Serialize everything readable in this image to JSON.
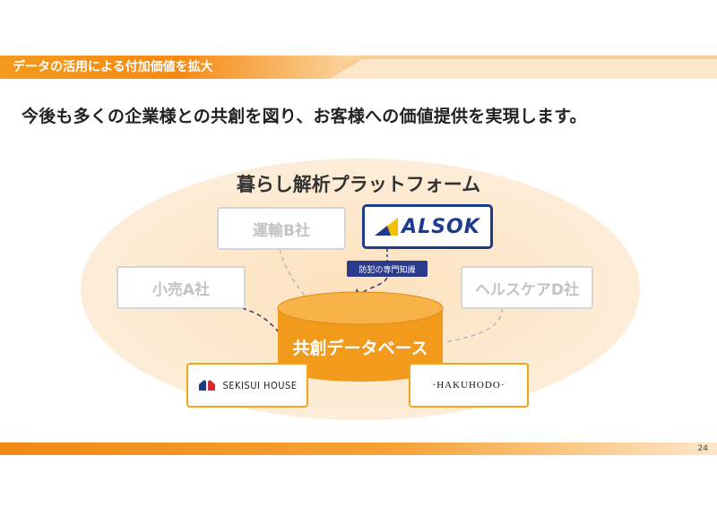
{
  "header": {
    "title": "データの活用による付加価値を拡大"
  },
  "lead_text": "今後も多くの企業様との共創を図り、お客様への価値提供を実現します。",
  "diagram": {
    "platform_title": "暮らし解析プラットフォーム",
    "database_label": "共創データベース",
    "partners": {
      "company_b": "運輸B社",
      "company_a": "小売A社",
      "company_d": "ヘルスケアD社"
    },
    "alsok": {
      "logo_text": "ALSOK",
      "tag": "防犯の専門知識"
    },
    "sekisui": {
      "logo_text": "SEKISUI HOUSE"
    },
    "hakuhodo": {
      "logo_text": "·HAKUHODO·"
    }
  },
  "footer": {
    "page_number": "24"
  },
  "colors": {
    "accent_orange": "#f08a14",
    "ellipse_fill": "#fde9cf",
    "db_orange": "#f29a1c",
    "alsok_navy": "#1e3a8a",
    "sekisui_red": "#d7272f",
    "sekisui_blue": "#1d3a8f"
  }
}
